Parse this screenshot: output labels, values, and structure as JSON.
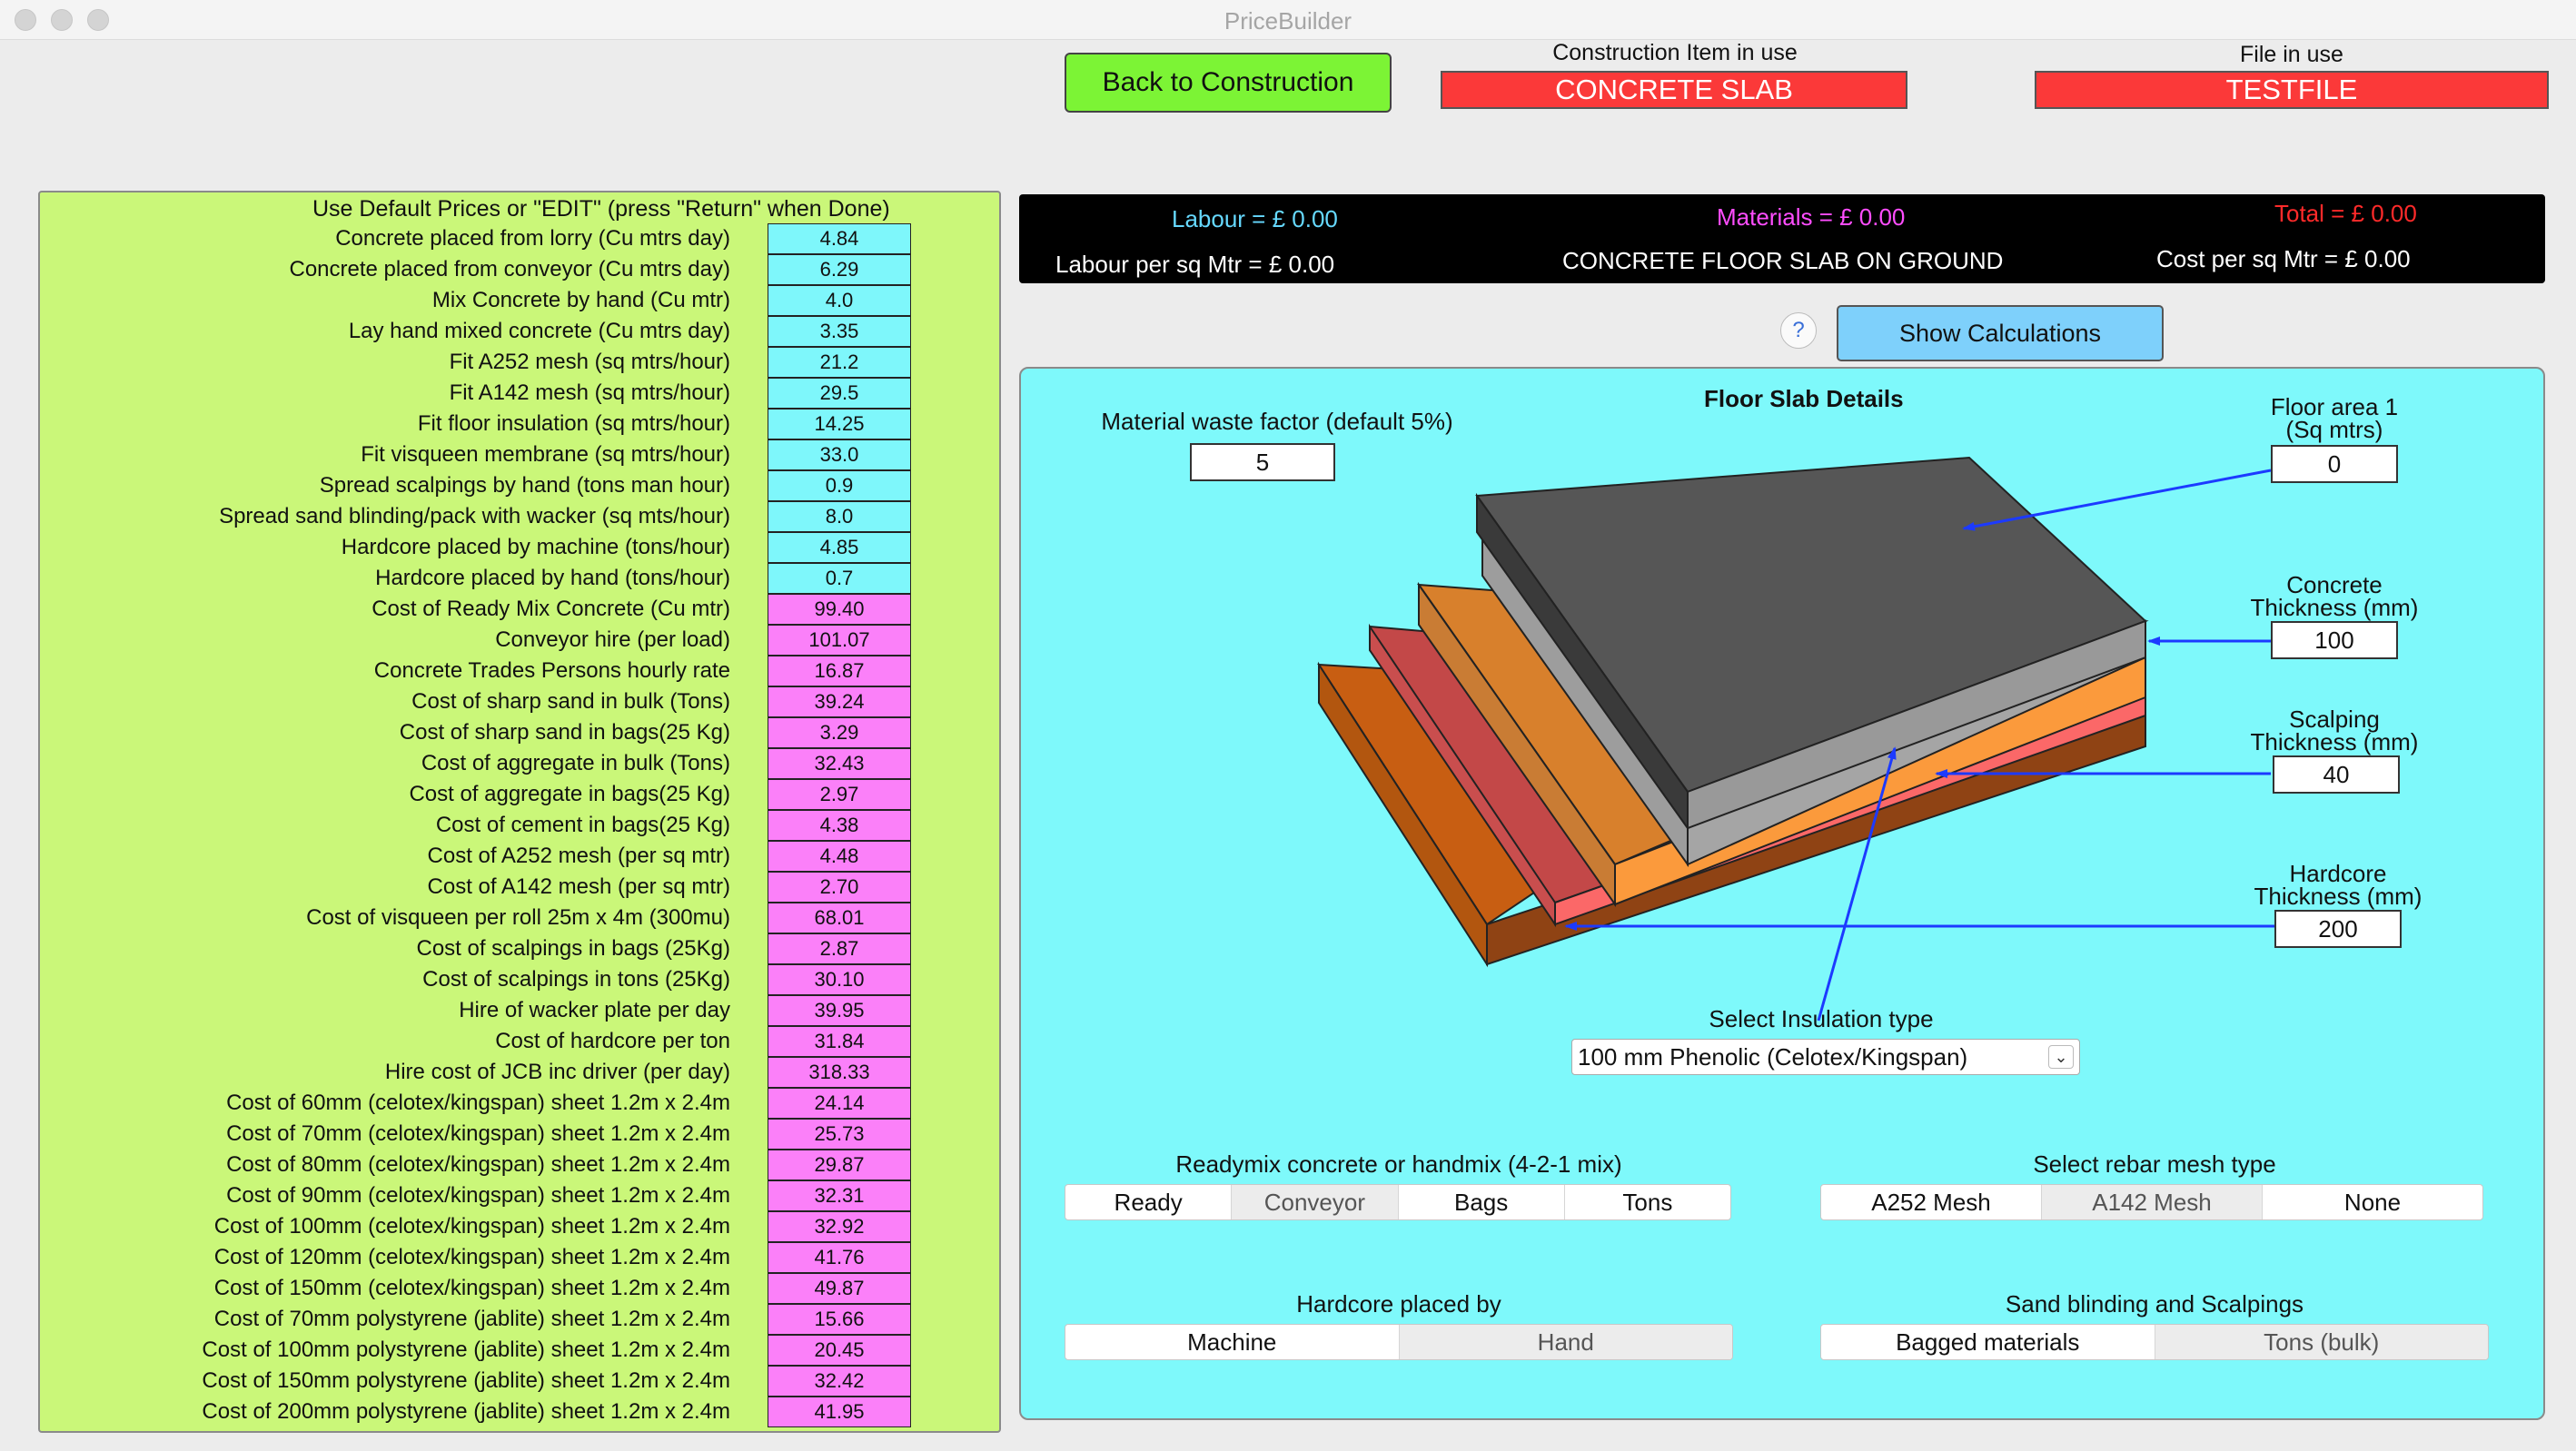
{
  "window": {
    "title": "PriceBuilder"
  },
  "header": {
    "back_button": "Back to Construction",
    "construction_label": "Construction Item in use",
    "construction_value": "CONCRETE SLAB",
    "file_label": "File in use",
    "file_value": "TESTFILE"
  },
  "prices": {
    "header": "Use Default Prices or      \"EDIT\"    (press \"Return\" when Done)",
    "items": [
      {
        "label": "Concrete placed from lorry (Cu mtrs day)",
        "value": "4.84",
        "color": "cyan"
      },
      {
        "label": "Concrete placed from conveyor (Cu mtrs day)",
        "value": "6.29",
        "color": "cyan"
      },
      {
        "label": "Mix Concrete by hand (Cu mtr)",
        "value": "4.0",
        "color": "cyan"
      },
      {
        "label": "Lay hand mixed concrete (Cu mtrs day)",
        "value": "3.35",
        "color": "cyan"
      },
      {
        "label": "Fit A252 mesh (sq mtrs/hour)",
        "value": "21.2",
        "color": "cyan"
      },
      {
        "label": "Fit A142 mesh (sq mtrs/hour)",
        "value": "29.5",
        "color": "cyan"
      },
      {
        "label": "Fit floor insulation (sq mtrs/hour)",
        "value": "14.25",
        "color": "cyan"
      },
      {
        "label": "Fit visqueen membrane (sq mtrs/hour)",
        "value": "33.0",
        "color": "cyan"
      },
      {
        "label": "Spread scalpings by hand (tons man hour)",
        "value": "0.9",
        "color": "cyan"
      },
      {
        "label": "Spread sand blinding/pack with wacker (sq mts/hour)",
        "value": "8.0",
        "color": "cyan"
      },
      {
        "label": "Hardcore placed by machine (tons/hour)",
        "value": "4.85",
        "color": "cyan"
      },
      {
        "label": "Hardcore placed by hand (tons/hour)",
        "value": "0.7",
        "color": "cyan"
      },
      {
        "label": "Cost of Ready Mix Concrete (Cu mtr)",
        "value": "99.40",
        "color": "pink"
      },
      {
        "label": "Conveyor hire (per load)",
        "value": "101.07",
        "color": "pink"
      },
      {
        "label": "Concrete Trades Persons hourly rate",
        "value": "16.87",
        "color": "pink"
      },
      {
        "label": "Cost of sharp sand in bulk (Tons)",
        "value": "39.24",
        "color": "pink"
      },
      {
        "label": "Cost of sharp sand in bags(25 Kg)",
        "value": "3.29",
        "color": "pink"
      },
      {
        "label": "Cost of aggregate in bulk (Tons)",
        "value": "32.43",
        "color": "pink"
      },
      {
        "label": "Cost of aggregate in bags(25 Kg)",
        "value": "2.97",
        "color": "pink"
      },
      {
        "label": "Cost of cement in bags(25 Kg)",
        "value": "4.38",
        "color": "pink"
      },
      {
        "label": "Cost of A252 mesh (per sq mtr)",
        "value": "4.48",
        "color": "pink"
      },
      {
        "label": "Cost of A142 mesh (per sq mtr)",
        "value": "2.70",
        "color": "pink"
      },
      {
        "label": "Cost of visqueen per roll 25m x 4m (300mu)",
        "value": "68.01",
        "color": "pink"
      },
      {
        "label": "Cost of scalpings in bags (25Kg)",
        "value": "2.87",
        "color": "pink"
      },
      {
        "label": "Cost of scalpings in tons (25Kg)",
        "value": "30.10",
        "color": "pink"
      },
      {
        "label": "Hire of wacker plate per day",
        "value": "39.95",
        "color": "pink"
      },
      {
        "label": "Cost of hardcore per ton",
        "value": "31.84",
        "color": "pink"
      },
      {
        "label": "Hire cost of JCB inc driver (per day)",
        "value": "318.33",
        "color": "pink"
      },
      {
        "label": "Cost of 60mm (celotex/kingspan) sheet 1.2m x 2.4m",
        "value": "24.14",
        "color": "pink"
      },
      {
        "label": "Cost of 70mm (celotex/kingspan) sheet 1.2m x 2.4m",
        "value": "25.73",
        "color": "pink"
      },
      {
        "label": "Cost of 80mm (celotex/kingspan) sheet 1.2m x 2.4m",
        "value": "29.87",
        "color": "pink"
      },
      {
        "label": "Cost of 90mm (celotex/kingspan) sheet 1.2m x 2.4m",
        "value": "32.31",
        "color": "pink"
      },
      {
        "label": "Cost of 100mm (celotex/kingspan) sheet 1.2m x 2.4m",
        "value": "32.92",
        "color": "pink"
      },
      {
        "label": "Cost of 120mm (celotex/kingspan) sheet 1.2m x 2.4m",
        "value": "41.76",
        "color": "pink"
      },
      {
        "label": "Cost of 150mm (celotex/kingspan) sheet 1.2m x 2.4m",
        "value": "49.87",
        "color": "pink"
      },
      {
        "label": "Cost of 70mm polystyrene (jablite) sheet 1.2m x 2.4m",
        "value": "15.66",
        "color": "pink"
      },
      {
        "label": "Cost of 100mm polystyrene (jablite) sheet 1.2m x 2.4m",
        "value": "20.45",
        "color": "pink"
      },
      {
        "label": "Cost of 150mm polystyrene (jablite) sheet 1.2m x 2.4m",
        "value": "32.42",
        "color": "pink"
      },
      {
        "label": "Cost of 200mm polystyrene (jablite) sheet 1.2m x 2.4m",
        "value": "41.95",
        "color": "pink"
      }
    ]
  },
  "summary": {
    "labour": "Labour = £  0.00",
    "materials": "Materials = £ 0.00",
    "total": "Total = £  0.00",
    "labour_per_sqm": "Labour per sq Mtr = £  0.00",
    "title": "CONCRETE FLOOR SLAB ON GROUND",
    "cost_per_sqm": "Cost per sq Mtr = £  0.00",
    "colors": {
      "labour": "#66d9ff",
      "materials": "#ff4dff",
      "total": "#ff2a2a",
      "white": "#ffffff"
    }
  },
  "help": {
    "icon": "question-mark",
    "glyph": "?"
  },
  "show_calculations": "Show Calculations",
  "details": {
    "title": "Floor Slab Details",
    "waste_label": "Material waste factor (default 5%)",
    "waste_value": "5",
    "floor_area_label_1": "Floor area 1",
    "floor_area_label_2": "(Sq mtrs)",
    "floor_area_value": "0",
    "concrete_label_1": "Concrete",
    "concrete_label_2": "Thickness (mm)",
    "concrete_value": "100",
    "scalping_label_1": "Scalping",
    "scalping_label_2": "Thickness (mm)",
    "scalping_value": "40",
    "hardcore_label_1": "Hardcore",
    "hardcore_label_2": "Thickness (mm)",
    "hardcore_value": "200",
    "insulation_label": "Select Insulation type",
    "insulation_value": "100 mm Phenolic (Celotex/Kingspan)",
    "mix_label": "Readymix concrete or handmix (4-2-1 mix)",
    "mix_options": [
      "Ready",
      "Conveyor",
      "Bags",
      "Tons"
    ],
    "rebar_label": "Select rebar mesh type",
    "rebar_options": [
      "A252 Mesh",
      "A142 Mesh",
      "None"
    ],
    "hardcore_by_label": "Hardcore placed by",
    "hardcore_by_options": [
      "Machine",
      "Hand"
    ],
    "sand_label": "Sand blinding and Scalpings",
    "sand_options": [
      "Bagged materials",
      "Tons (bulk)"
    ]
  }
}
